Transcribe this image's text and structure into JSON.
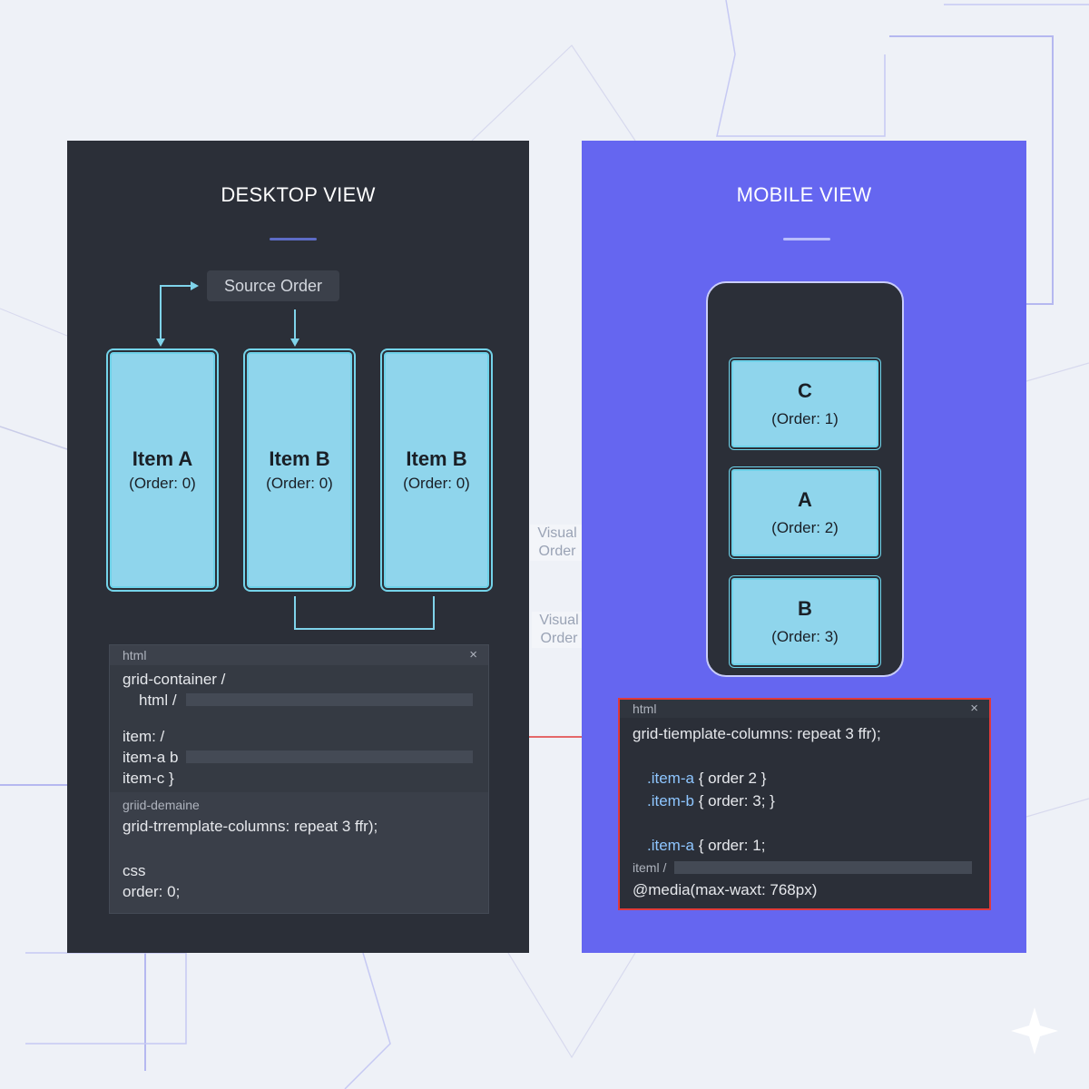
{
  "desktop": {
    "title": "DESKTOP VIEW",
    "source_order_label": "Source Order",
    "items": [
      {
        "name": "Item A",
        "order": "(Order: 0)"
      },
      {
        "name": "Item B",
        "order": "(Order: 0)"
      },
      {
        "name": "Item B",
        "order": "(Order: 0)"
      }
    ],
    "code": {
      "tab": "html",
      "close": "×",
      "lines": [
        "grid-container /",
        "html /",
        "item: /",
        "item-a b",
        "item-c }"
      ],
      "sub_label": "griid-demaine",
      "sub_line": "grid-trremplate-columns: repeat 3 ffr);",
      "css_label": "css",
      "css_line": "order: 0;"
    }
  },
  "mobile": {
    "title": "MOBILE VIEW",
    "items": [
      {
        "name": "C",
        "order": "(Order: 1)"
      },
      {
        "name": "A",
        "order": "(Order: 2)"
      },
      {
        "name": "B",
        "order": "(Order: 3)"
      }
    ],
    "code": {
      "tab": "html",
      "close": "×",
      "line1": "grid-tiemplate-columns: repeat 3 ffr);",
      "rule1_sel": ".item-a",
      "rule1_body": "{ order 2 }",
      "rule2_sel": ".item-b",
      "rule2_body": "{ order: 3; }",
      "rule3_sel": ".item-a",
      "rule3_body": "{ order: 1;",
      "line_item": "iteml /",
      "media": "@media(max-waxt: 768px)"
    }
  },
  "side_labels": {
    "top": [
      "Visual",
      "Order"
    ],
    "bottom": [
      "Visual",
      "Order"
    ]
  },
  "colors": {
    "desktop_panel": "#2b2f38",
    "mobile_panel": "#6566f0",
    "item_fill": "#8fd5ec",
    "arrow": "#7fd3ea",
    "highlight_border": "#e03a3a"
  }
}
